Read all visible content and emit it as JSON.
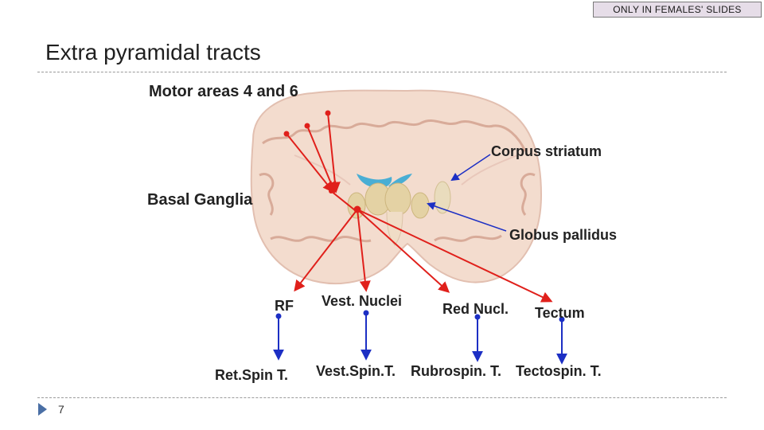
{
  "badge": "ONLY IN FEMALES' SLIDES",
  "slide_title": "Extra pyramidal tracts",
  "page_number": "7",
  "labels": {
    "motor_areas": "Motor areas 4 and 6",
    "corpus_striatum": "Corpus striatum",
    "basal_ganglia": "Basal Ganglia",
    "globus_pallidus": "Globus pallidus",
    "rf": "RF",
    "vest_nuclei": "Vest. Nuclei",
    "red_nucl": "Red Nucl.",
    "tectum": "Tectum",
    "ret_spin": "Ret.Spin T.",
    "vest_spin": "Vest.Spin.T.",
    "rubrospin": "Rubrospin. T.",
    "tectospin": "Tectospin. T."
  },
  "colors": {
    "red_arrow": "#e0201b",
    "blue_arrow": "#1c2fc4",
    "ventricle": "#49aed4"
  }
}
